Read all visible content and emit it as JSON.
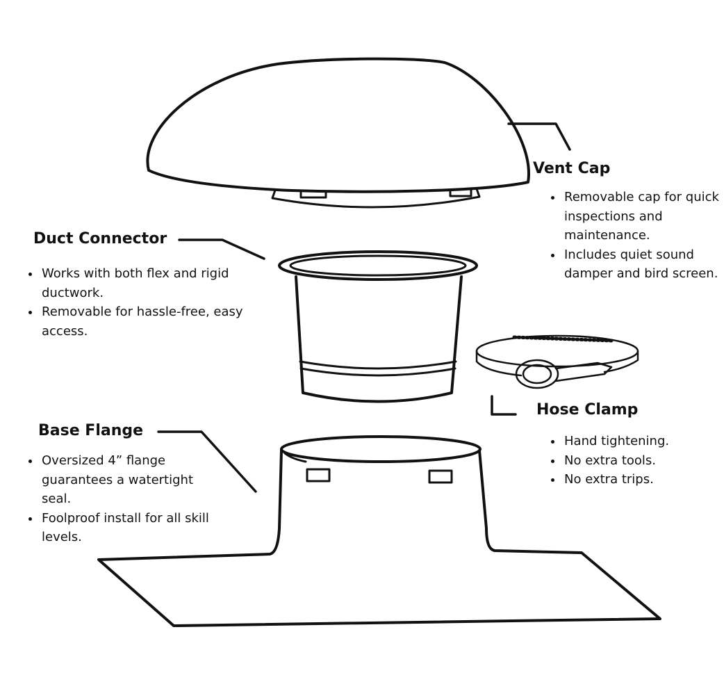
{
  "parts": {
    "vent_cap": {
      "title": "Vent Cap",
      "bullets": [
        "Removable cap for quick inspections and maintenance.",
        "Includes quiet sound damper and bird screen."
      ]
    },
    "duct_connector": {
      "title": "Duct Connector",
      "bullets": [
        "Works with both flex and rigid ductwork.",
        "Removable for hassle-free, easy access."
      ]
    },
    "hose_clamp": {
      "title": "Hose Clamp",
      "bullets": [
        "Hand tightening.",
        "No extra tools.",
        "No extra trips."
      ]
    },
    "base_flange": {
      "title": "Base Flange",
      "bullets": [
        "Oversized 4” flange guarantees a watertight seal.",
        "Foolproof install for all skill levels."
      ]
    }
  }
}
